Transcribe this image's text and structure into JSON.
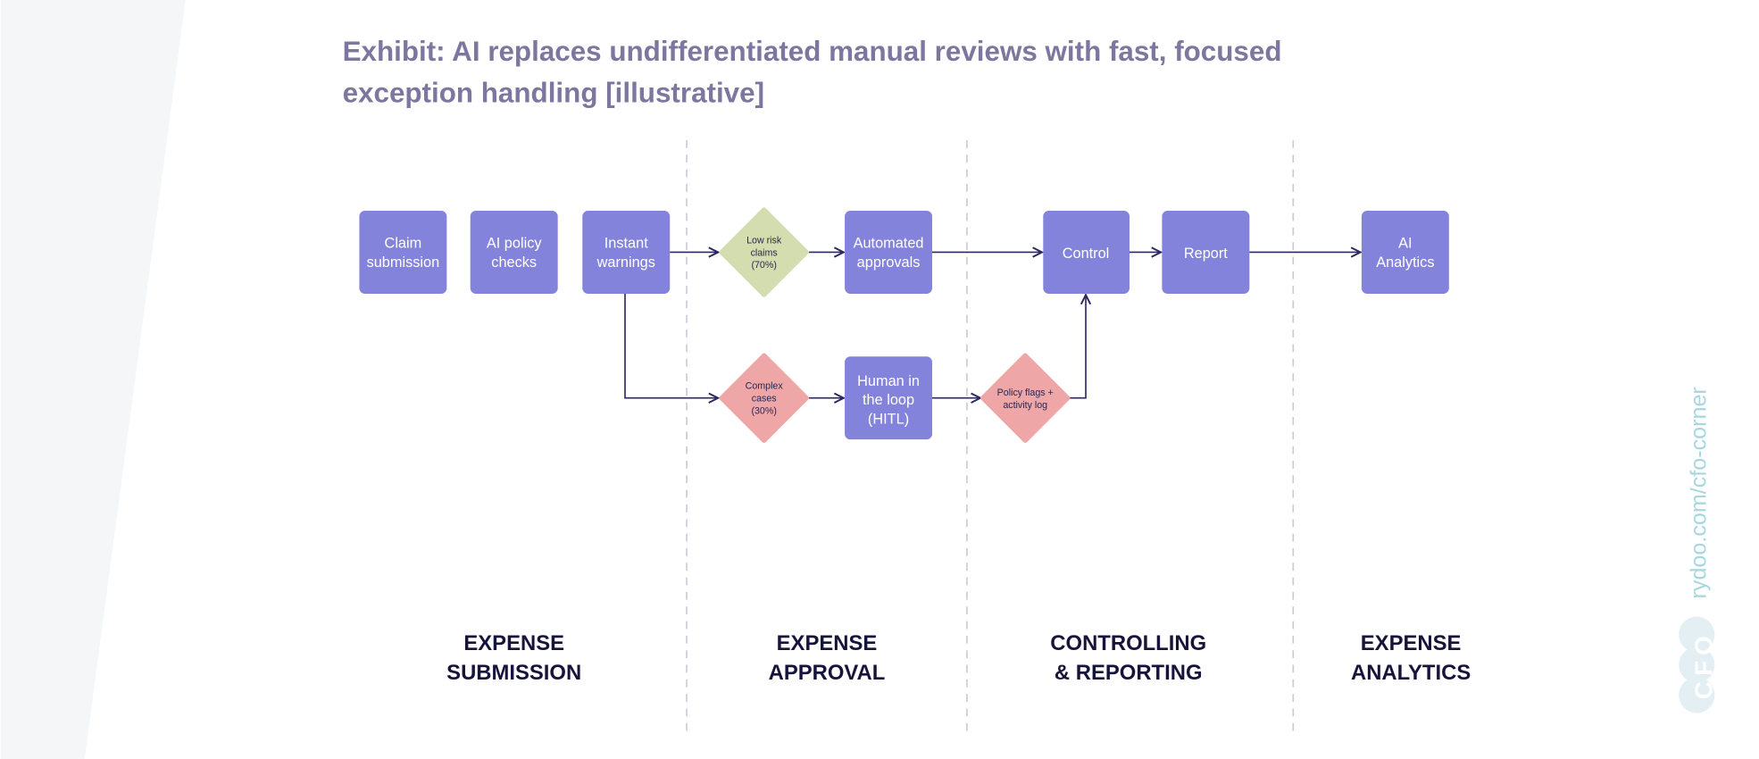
{
  "title": {
    "line1": "Exhibit: AI replaces undifferentiated manual reviews with fast, focused",
    "line2": "exception handling [illustrative]"
  },
  "colors": {
    "process_box": "#8383db",
    "low_risk_decision": "#d3ddb0",
    "exception_decision": "#eea6a6",
    "connector": "#2b2860",
    "title": "#7d779f",
    "watermark": "#a6d7e0"
  },
  "nodes": {
    "claim_submission": [
      "Claim",
      "submission"
    ],
    "ai_policy_checks": [
      "AI policy",
      "checks"
    ],
    "instant_warnings": [
      "Instant",
      "warnings"
    ],
    "low_risk": [
      "Low risk",
      "claims",
      "(70%)"
    ],
    "automated_approvals": [
      "Automated",
      "approvals"
    ],
    "complex_cases": [
      "Complex",
      "cases",
      "(30%)"
    ],
    "hitl": [
      "Human in",
      "the loop",
      "(HITL)"
    ],
    "policy_flags": [
      "Policy flags +",
      "activity log"
    ],
    "control": "Control",
    "report": "Report",
    "ai_analytics": [
      "AI",
      "Analytics"
    ]
  },
  "phases": [
    [
      "EXPENSE",
      "SUBMISSION"
    ],
    [
      "EXPENSE",
      "APPROVAL"
    ],
    [
      "CONTROLLING",
      "& REPORTING"
    ],
    [
      "EXPENSE",
      "ANALYTICS"
    ]
  ],
  "watermark": {
    "url": "rydoo.com/cfo-corner",
    "logo": "CFO"
  }
}
